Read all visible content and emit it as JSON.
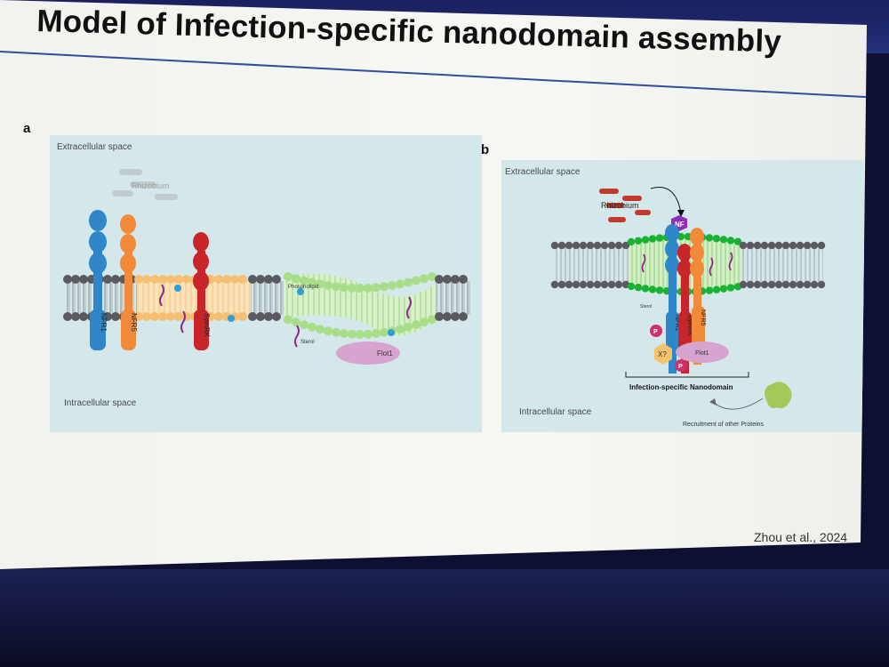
{
  "slide": {
    "title": "Model of Infection-specific nanodomain assembly",
    "citation": "Zhou et al., 2024"
  },
  "panel_a": {
    "letter": "a",
    "extracellular_label": "Extracellular space",
    "intracellular_label": "Intracellular space",
    "rhizobium_label": "Rhizobium",
    "receptors": [
      {
        "label": "NFR1",
        "color": "#2f86c8"
      },
      {
        "label": "NFR5",
        "color": "#f28a3c"
      },
      {
        "label": "SymRK",
        "color": "#c8252b"
      }
    ],
    "phospholipid_label": "Phospholipid",
    "sterol_label": "Sterol",
    "flot_label": "Flot1"
  },
  "panel_b": {
    "letter": "b",
    "extracellular_label": "Extracellular space",
    "intracellular_label": "Intracellular space",
    "rhizobium_label": "Rhizobium",
    "nf_label": "NF",
    "receptors": [
      {
        "label": "NFR1",
        "color": "#2f86c8"
      },
      {
        "label": "SymRK",
        "color": "#c8252b"
      },
      {
        "label": "NFR5",
        "color": "#f28a3c"
      }
    ],
    "sterol_label": "Sterol",
    "phospho_label": "P",
    "x_label": "X?",
    "flot_label": "Flot1",
    "nanodomain_label": "Infection-specific Nanodomain",
    "recruitment_label": "Recruitment of other Proteins"
  },
  "colors": {
    "membrane_gray": "#5a5a60",
    "membrane_orange": "#f6bf72",
    "membrane_green": "#a8de8a",
    "membrane_green_dark": "#19b232",
    "flot": "#d7a3cf",
    "sterol": "#8a2a86",
    "rhizobium": "#c0392b"
  }
}
